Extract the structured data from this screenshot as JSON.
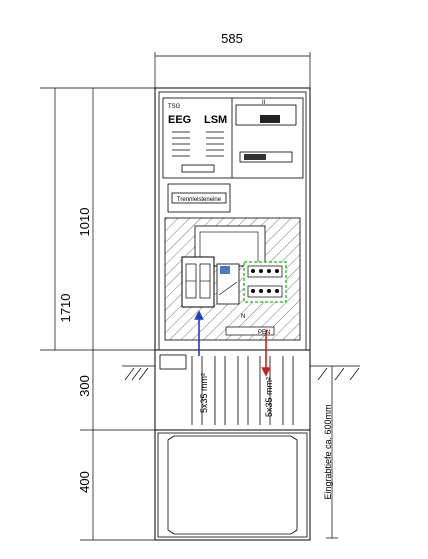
{
  "dimensions": {
    "width": "585",
    "total_height": "1710",
    "upper_height": "1010",
    "middle_height": "300",
    "lower_height": "400",
    "burial_depth": "Eingrabtiefe ca. 600mm"
  },
  "meter_panel": {
    "label_tsg": "TSG",
    "label_eeg": "EEG",
    "label_lsm": "LSM",
    "label_ii": "II",
    "trennleiste": "Trennleisteneine"
  },
  "connection_panel": {
    "label_n": "N",
    "label_pen": "PEN"
  },
  "cables": {
    "blue_cable": "5x35 mm²",
    "red_cable": "5x35 mm²"
  },
  "colors": {
    "blue_arrow": "#1f3fbf",
    "red_arrow": "#c8231f",
    "terminal_highlight": "#33cc33",
    "line": "#000000",
    "hatch": "#555555"
  }
}
